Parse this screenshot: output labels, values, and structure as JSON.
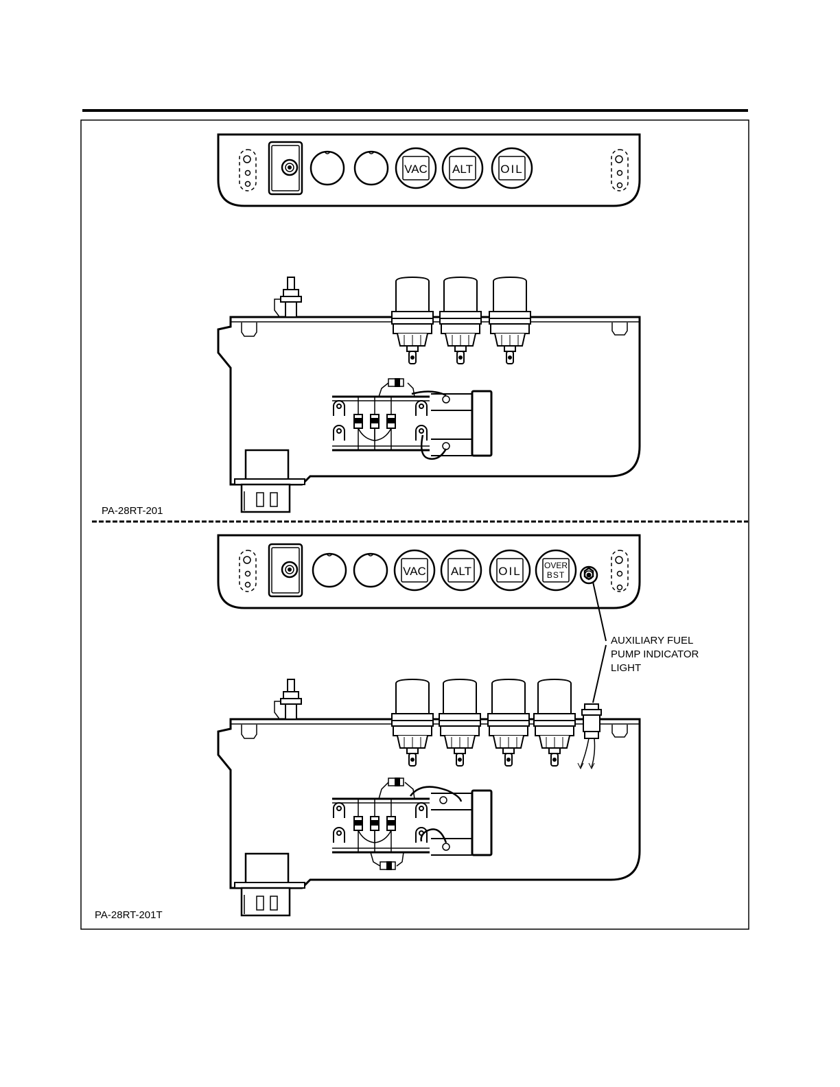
{
  "lights": {
    "vac": "VAC",
    "alt": "ALT",
    "oil": "OIL",
    "over_line1": "OVER",
    "over_line2": "BST"
  },
  "annotation": {
    "line1": "AUXILIARY FUEL",
    "line2": "PUMP INDICATOR",
    "line3": "LIGHT"
  },
  "captions": {
    "top": "PA-28RT-201",
    "bottom": "PA-28RT-201T"
  },
  "colors": {
    "ink": "#000000",
    "paper": "#ffffff"
  }
}
